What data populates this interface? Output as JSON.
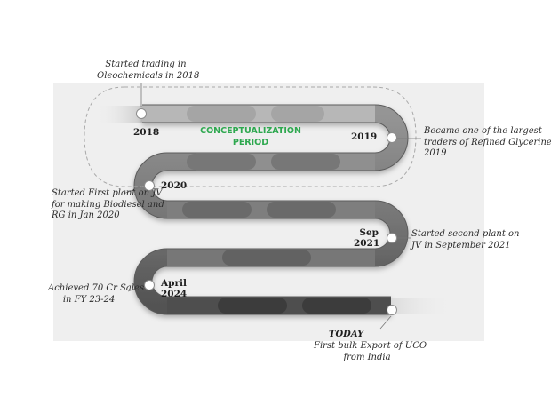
{
  "period_label_line1": "CONCEPTUALIZATION",
  "period_label_line2": "PERIOD",
  "milestones": [
    {
      "year": "2018",
      "desc1": "Started trading in",
      "desc2": "Oleochemicals in 2018"
    },
    {
      "year": "2019",
      "desc1": "Became one of the largest",
      "desc2": "traders of Refined Glycerine in",
      "desc3": "2019"
    },
    {
      "year": "2020",
      "desc1": "Started First plant on JV",
      "desc2": "for making Biodiesel and",
      "desc3": "RG in Jan 2020"
    },
    {
      "year1": "Sep",
      "year2": "2021",
      "desc1": "Started second plant on",
      "desc2": "JV in September 2021"
    },
    {
      "year1": "April",
      "year2": "2024",
      "desc1": "Achieved 70 Cr Sales",
      "desc2": "in FY 23-24"
    },
    {
      "tag": "TODAY",
      "desc1": "First bulk Export of UCO",
      "desc2": "from India"
    }
  ],
  "colors": {
    "background_panel": "#efefef",
    "road_light": "#b4b4b4",
    "road_dark": "#6a6a6a",
    "accent": "#2ea84f"
  }
}
